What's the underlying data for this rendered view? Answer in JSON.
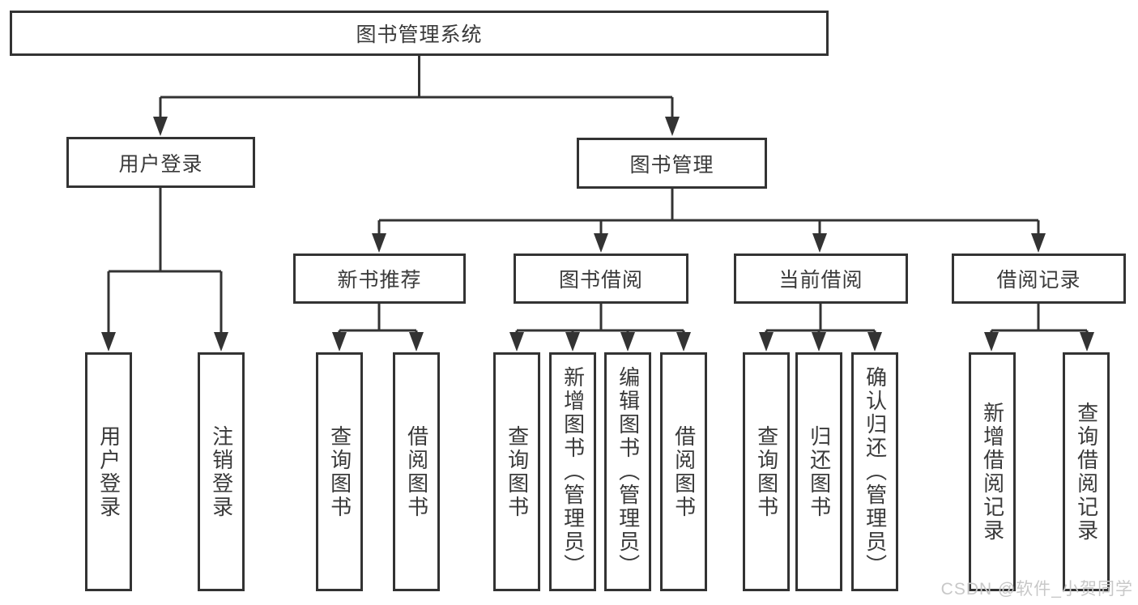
{
  "tree": {
    "label": "图书管理系统",
    "children": [
      {
        "label": "用户登录",
        "children": [
          {
            "label": "用户登录"
          },
          {
            "label": "注销登录"
          }
        ]
      },
      {
        "label": "图书管理",
        "children": [
          {
            "label": "新书推荐",
            "children": [
              {
                "label": "查询图书"
              },
              {
                "label": "借阅图书"
              }
            ]
          },
          {
            "label": "图书借阅",
            "children": [
              {
                "label": "查询图书"
              },
              {
                "label": "新增图书（管理员）"
              },
              {
                "label": "编辑图书（管理员）"
              },
              {
                "label": "借阅图书"
              }
            ]
          },
          {
            "label": "当前借阅",
            "children": [
              {
                "label": "查询图书"
              },
              {
                "label": "归还图书"
              },
              {
                "label": "确认归还（管理员）"
              }
            ]
          },
          {
            "label": "借阅记录",
            "children": [
              {
                "label": "新增借阅记录"
              },
              {
                "label": "查询借阅记录"
              }
            ]
          }
        ]
      }
    ]
  },
  "watermark": {
    "text": "CSDN @软件_小贺同学"
  },
  "colors": {
    "line": "#333333",
    "text": "#3a3a3a",
    "watermark": "#c8c8c8",
    "background": "#ffffff"
  }
}
